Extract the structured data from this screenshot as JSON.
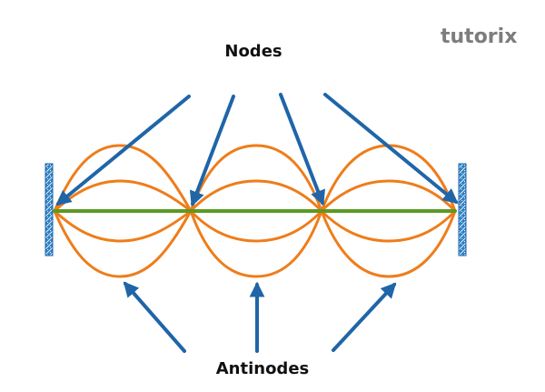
{
  "brand": {
    "name": "tutorix",
    "color": "#7d7d7d"
  },
  "labels": {
    "nodes": "Nodes",
    "antinodes": "Antinodes"
  },
  "colors": {
    "wave": "#ee7d1b",
    "string": "#5b9a22",
    "arrow": "#1f65a8",
    "support": "#2f7fc1",
    "text": "#111111"
  }
}
